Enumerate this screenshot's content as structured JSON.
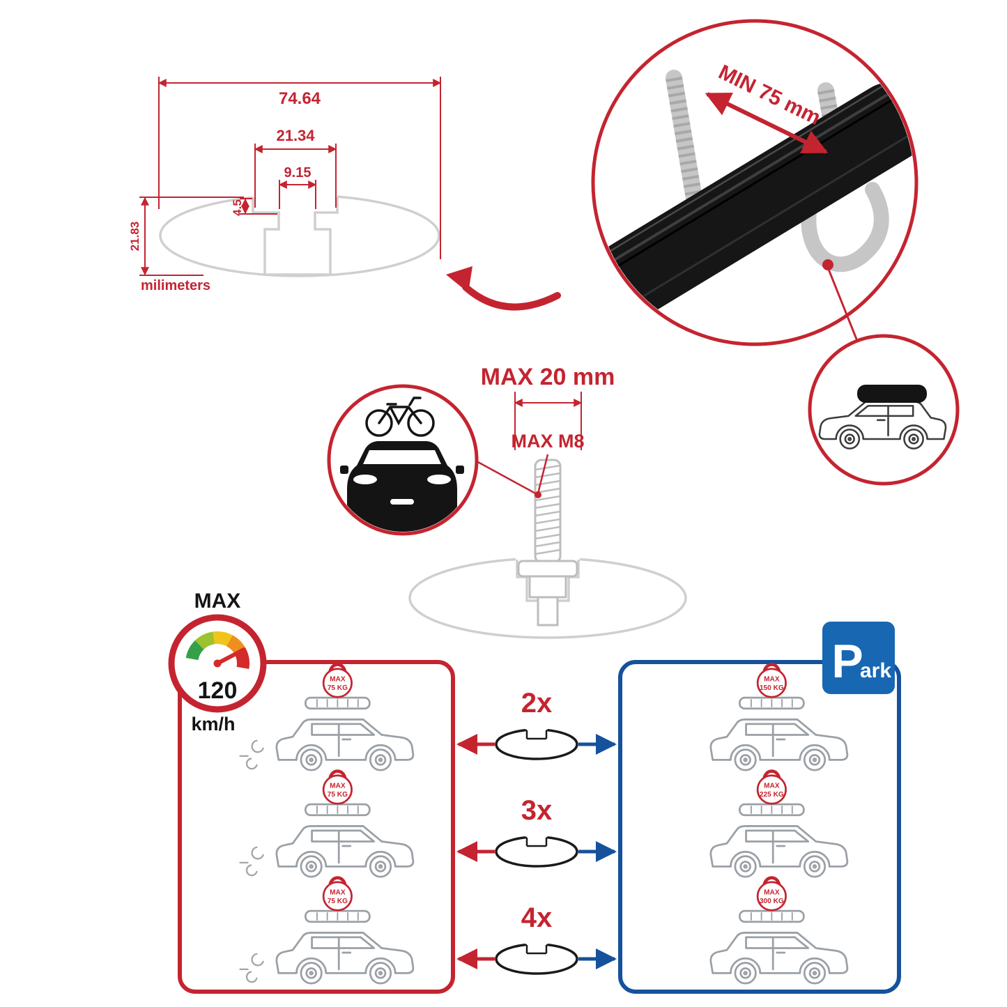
{
  "colors": {
    "red": "#c42430",
    "blue": "#16519c",
    "profile_gray": "#cfcfcf",
    "dark": "#141414"
  },
  "dimension_diagram": {
    "total_width": "74.64",
    "channel_width": "21.34",
    "slot_width": "9.15",
    "lip_depth": "4.5",
    "total_height": "21.83",
    "units_label": "milimeters"
  },
  "clamp_detail": {
    "min_clearance_label": "MIN 75 mm"
  },
  "bolt_detail": {
    "max_width_label": "MAX 20 mm",
    "max_thread_label": "MAX M8"
  },
  "speed_limit": {
    "label": "MAX",
    "value": "120",
    "units": "km/h"
  },
  "capacity": {
    "bar_counts": [
      "2x",
      "3x",
      "4x"
    ],
    "moving_loads": [
      {
        "label": "MAX",
        "value": "75 KG"
      },
      {
        "label": "MAX",
        "value": "75 KG"
      },
      {
        "label": "MAX",
        "value": "75 KG"
      }
    ],
    "parked_loads": [
      {
        "label": "MAX",
        "value": "150 KG"
      },
      {
        "label": "MAX",
        "value": "225 KG"
      },
      {
        "label": "MAX",
        "value": "300 KG"
      }
    ],
    "park_sign": {
      "letter": "P",
      "rest": "ark"
    }
  }
}
